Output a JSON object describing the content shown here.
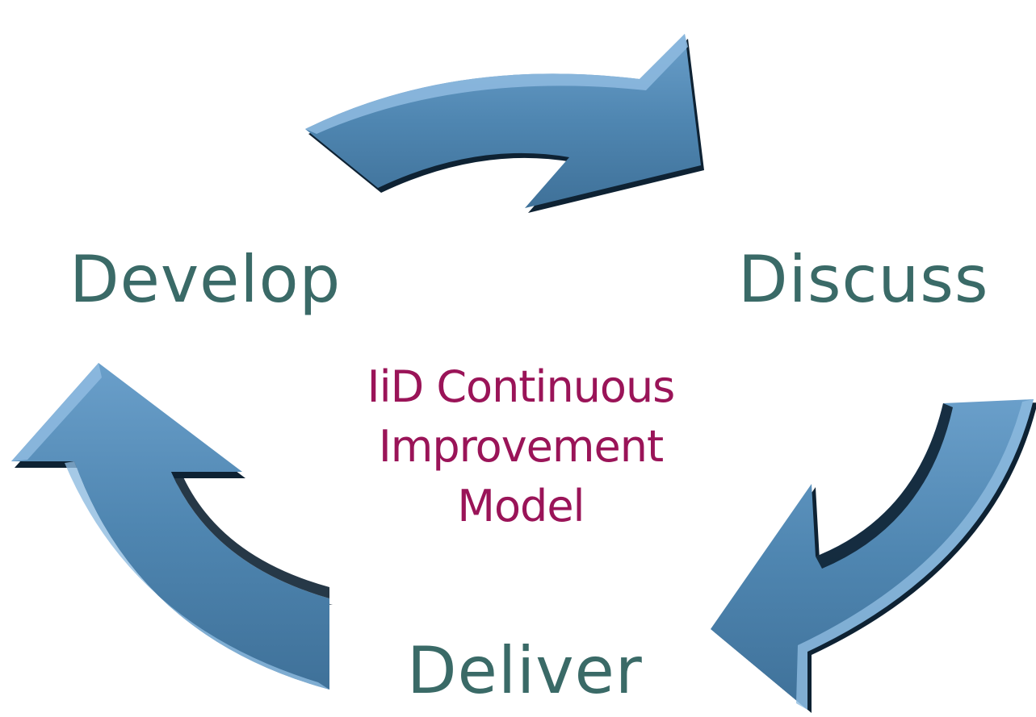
{
  "diagram": {
    "stages": {
      "develop": "Develop",
      "discuss": "Discuss",
      "deliver": "Deliver"
    },
    "center_title_lines": [
      "IiD Continuous",
      "Improvement",
      "Model"
    ],
    "colors": {
      "arrow_fill": "#5188b3",
      "arrow_light": "#8fbbe0",
      "arrow_dark": "#0e2233",
      "stage_text": "#3a6a67",
      "title_text": "#9a1458"
    }
  }
}
